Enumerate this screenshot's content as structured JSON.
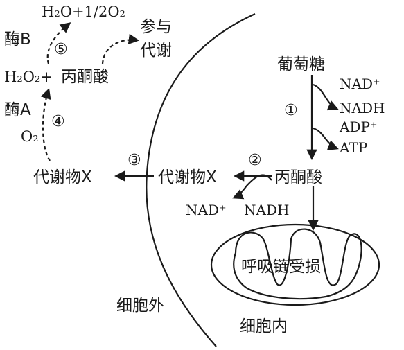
{
  "labels": {
    "h2o_o2": "H₂O+1/2O₂",
    "enzyme_b": "酶B",
    "step5": "⑤",
    "participate_metabolism_1": "参与",
    "participate_metabolism_2": "代谢",
    "h2o2": "H₂O₂+",
    "pyruvate_left": "丙酮酸",
    "enzyme_a": "酶A",
    "step4": "④",
    "o2": "O₂",
    "metabolite_x_out": "代谢物X",
    "step3": "③",
    "metabolite_x_in": "代谢物X",
    "step2": "②",
    "pyruvate_right": "丙酮酸",
    "glucose": "葡萄糖",
    "step1": "①",
    "nad_plus_top": "NAD⁺",
    "nadh_top": "NADH",
    "adp_plus": "ADP⁺",
    "atp": "ATP",
    "nad_plus_bottom": "NAD⁺",
    "nadh_bottom": "NADH",
    "respiratory_chain": "呼吸链受损",
    "outside_cell": "细胞外",
    "inside_cell": "细胞内"
  }
}
